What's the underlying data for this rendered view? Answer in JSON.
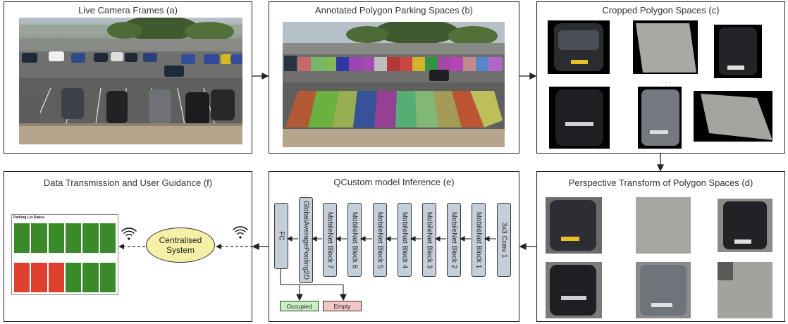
{
  "panels": {
    "a": "Live Camera Frames (a)",
    "b": "Annotated Polygon Parking Spaces (b)",
    "c": "Cropped Polygon Spaces (c)",
    "d": "Perspective Transform of Polygon Spaces (d)",
    "e": "QCustom model Inference (e)",
    "f": "Data Transmission and User Guidance (f)"
  },
  "model_blocks": [
    "3x3 Conv 1",
    "MobileNet Block 1",
    "MobileNet Block 2",
    "MobileNet Block 3",
    "MobileNet Block 4",
    "MobileNet Block 5",
    "MobileNet Block 6",
    "MobileNet Block 7",
    "GlobalAveragePooling2D",
    "FC"
  ],
  "outputs": {
    "occupied": "Occupied",
    "empty": "Empty"
  },
  "status_panel": {
    "title": "Parking Lot Status",
    "row1": [
      "occupied",
      "occupied",
      "occupied",
      "occupied",
      "occupied",
      "occupied"
    ],
    "row2": [
      "empty",
      "empty",
      "empty",
      "occupied",
      "occupied",
      "occupied"
    ]
  },
  "central_system": {
    "line1": "Centralised",
    "line2": "System"
  },
  "colors": {
    "block_fill": "#c5cfd9",
    "occupied_fill": "#c9f0c0",
    "empty_fill": "#f4c6c6",
    "central_fill": "#f6efa6",
    "status_green": "#3b8a2a",
    "status_red": "#e0402f"
  }
}
